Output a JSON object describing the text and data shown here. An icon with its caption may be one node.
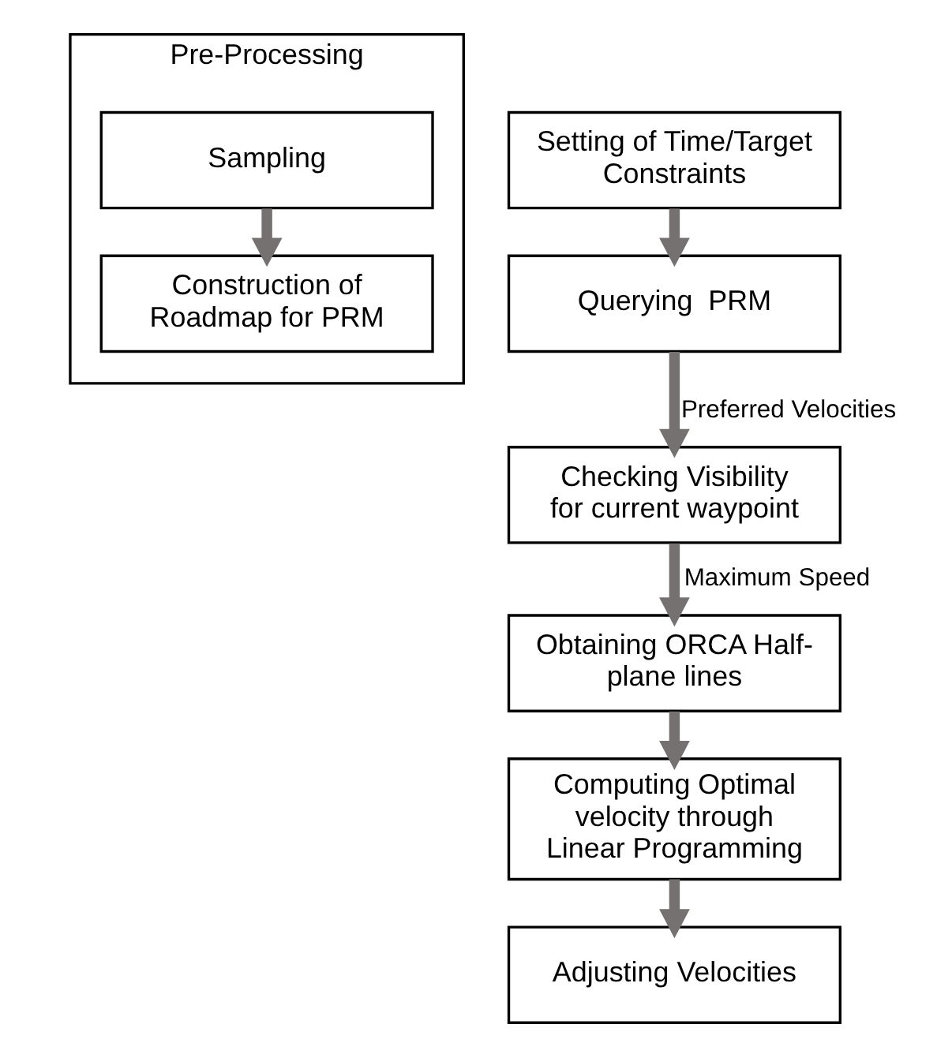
{
  "diagram": {
    "nodes": [
      {
        "text": [
          "Pre-Processing"
        ]
      },
      {
        "text": [
          "Sampling"
        ],
        "in": 0
      },
      {
        "text": [
          "Construction of Roadmap for PRM"
        ],
        "in": 0
      },
      {
        "text": [
          "Setting of Time/Target Constraints"
        ]
      },
      {
        "text": [
          "Querying  PRM"
        ]
      },
      {
        "text": [
          "Checking Visibility for current waypoint"
        ]
      },
      {
        "text": [
          "Obtaining ORCA Half-plane lines"
        ]
      },
      {
        "text": [
          "Computing Optimal velocity through Linear Programming"
        ]
      },
      {
        "text": [
          "Adjusting Velocities"
        ]
      }
    ],
    "edges": [
      {
        "from": 1,
        "to": 2,
        "arrow": "to"
      },
      {
        "from": 3,
        "to": 4,
        "arrow": "to"
      },
      {
        "from": 4,
        "to": 5,
        "arrow": "to",
        "label": "Preferred Velocities"
      },
      {
        "from": 5,
        "to": 6,
        "arrow": "to",
        "label": "Maximum Speed"
      },
      {
        "from": 6,
        "to": 7,
        "arrow": "to"
      },
      {
        "from": 7,
        "to": 8,
        "arrow": "to"
      }
    ]
  }
}
